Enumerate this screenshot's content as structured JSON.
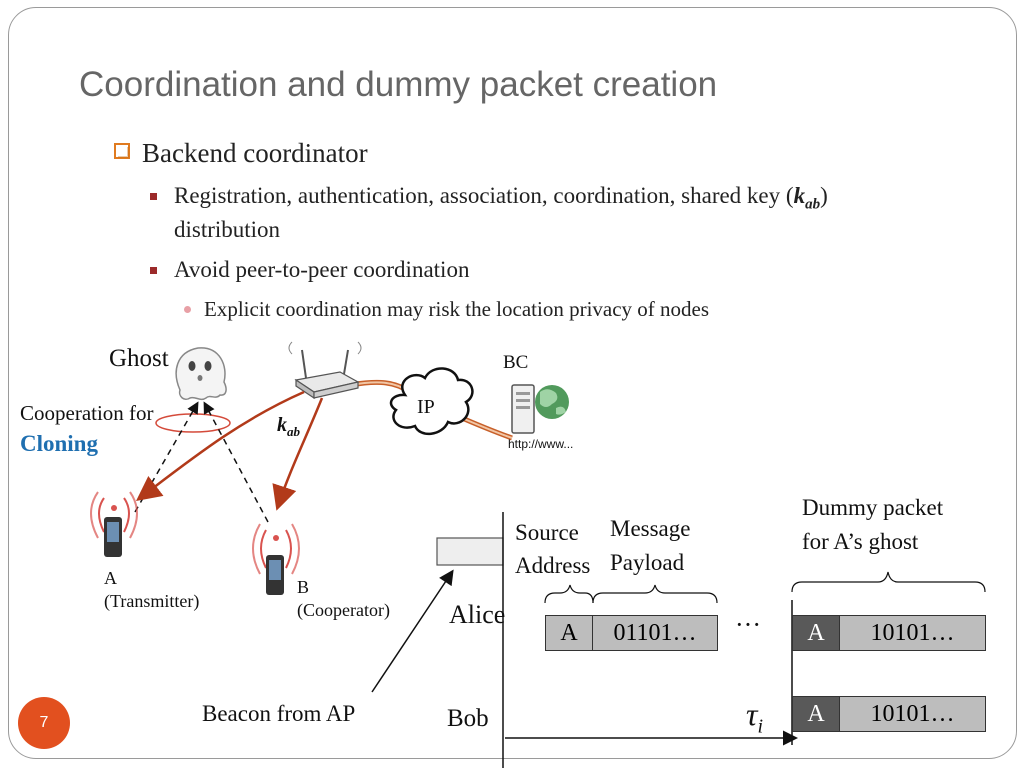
{
  "slide": {
    "title": "Coordination and dummy packet creation",
    "page_number": "7"
  },
  "bullets": {
    "level1": "Backend coordinator",
    "level2_1_text": "Registration, authentication, association, coordination, shared key (",
    "level2_1_key": "k",
    "level2_1_key_sub": "ab",
    "level2_1_close": ")",
    "level2_1_line2": "distribution",
    "level2_2": "Avoid peer-to-peer coordination",
    "level3_1": "Explicit coordination may risk the location privacy of nodes"
  },
  "diagram": {
    "ghost_label": "Ghost",
    "bc_label": "BC",
    "ip_label": "IP",
    "url_label": "http://www...",
    "cooperation_label": "Cooperation for",
    "cloning_label": "Cloning",
    "key_label": "k",
    "key_sub": "ab",
    "node_a_name": "A",
    "node_a_role": "(Transmitter)",
    "node_b_name": "B",
    "node_b_role": "(Cooperator)",
    "beacon_label": "Beacon from AP",
    "colors": {
      "arrow": "#b23a1a",
      "cloning": "#1f6fb0",
      "packet_grey": "#bdbdbd",
      "packet_dark": "#595959"
    }
  },
  "timeline": {
    "alice_label": "Alice",
    "bob_label": "Bob",
    "source_address_line1": "Source",
    "source_address_line2": "Address",
    "message_payload_line1": "Message",
    "message_payload_line2": "Payload",
    "dummy_line1": "Dummy packet",
    "dummy_line2": "for A’s ghost",
    "ellipsis": "···",
    "tau": "τ",
    "tau_sub": "i",
    "alice_packet": {
      "addr": "A",
      "payload": "01101…"
    },
    "ghost_packet_alice": {
      "addr": "A",
      "payload": "10101…"
    },
    "ghost_packet_bob": {
      "addr": "A",
      "payload": "10101…"
    }
  }
}
